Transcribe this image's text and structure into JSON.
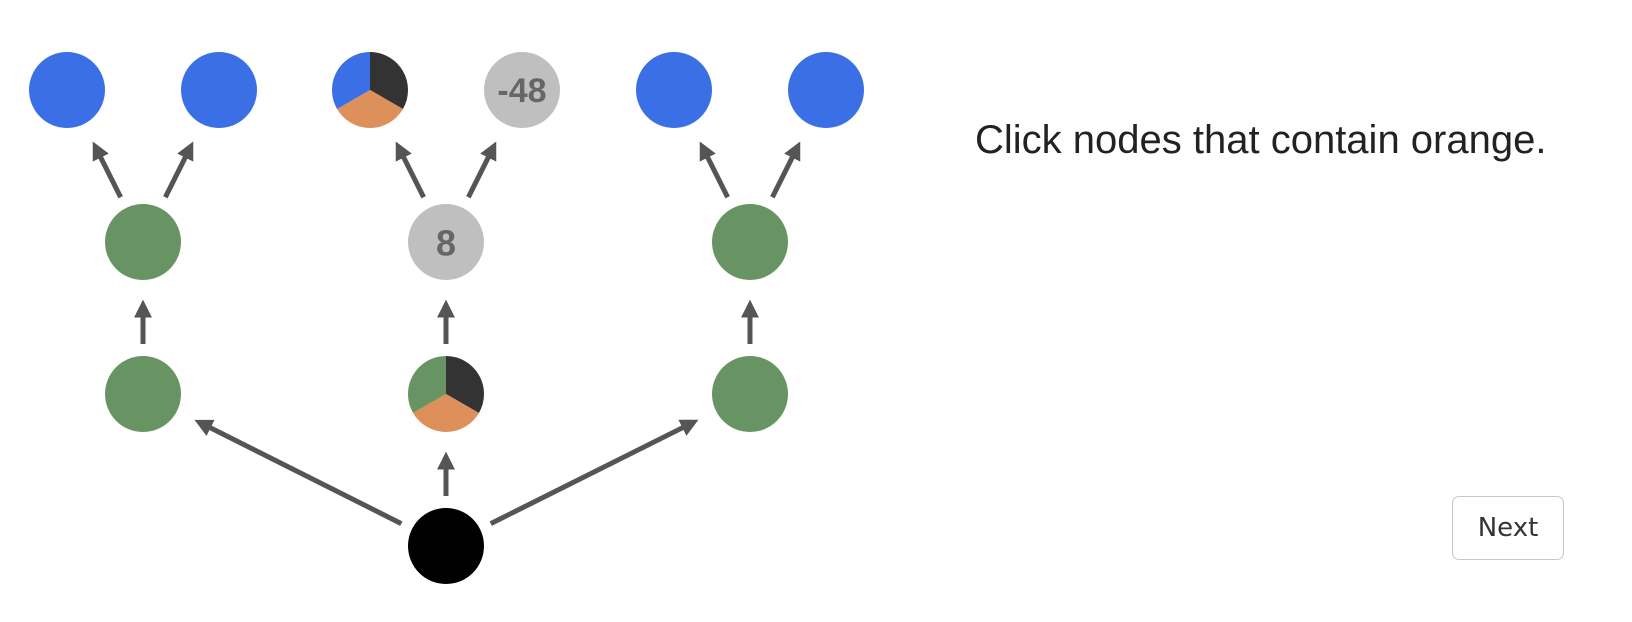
{
  "instruction": "Click nodes that contain orange.",
  "next_label": "Next",
  "colors": {
    "blue": "#3b6fe6",
    "green": "#689463",
    "gray": "#bfbfbf",
    "orange": "#de905a",
    "dark": "#333333",
    "black": "#000000",
    "arrow": "#555555"
  },
  "nodes": [
    {
      "id": "root",
      "fill": "black"
    },
    {
      "id": "mid-left",
      "fill": "green"
    },
    {
      "id": "mid-center",
      "pie": [
        "dark",
        "orange",
        "green"
      ]
    },
    {
      "id": "mid-right",
      "fill": "green"
    },
    {
      "id": "upper-left",
      "fill": "green"
    },
    {
      "id": "upper-center",
      "fill": "gray",
      "label": "8"
    },
    {
      "id": "upper-right",
      "fill": "green"
    },
    {
      "id": "top-1",
      "fill": "blue"
    },
    {
      "id": "top-2",
      "fill": "blue"
    },
    {
      "id": "top-3",
      "pie": [
        "dark",
        "orange",
        "blue"
      ]
    },
    {
      "id": "top-4",
      "fill": "gray",
      "label": "-48"
    },
    {
      "id": "top-5",
      "fill": "blue"
    },
    {
      "id": "top-6",
      "fill": "blue"
    }
  ],
  "edges": [
    [
      "root",
      "mid-left"
    ],
    [
      "root",
      "mid-center"
    ],
    [
      "root",
      "mid-right"
    ],
    [
      "mid-left",
      "upper-left"
    ],
    [
      "mid-center",
      "upper-center"
    ],
    [
      "mid-right",
      "upper-right"
    ],
    [
      "upper-left",
      "top-1"
    ],
    [
      "upper-left",
      "top-2"
    ],
    [
      "upper-center",
      "top-3"
    ],
    [
      "upper-center",
      "top-4"
    ],
    [
      "upper-right",
      "top-5"
    ],
    [
      "upper-right",
      "top-6"
    ]
  ]
}
